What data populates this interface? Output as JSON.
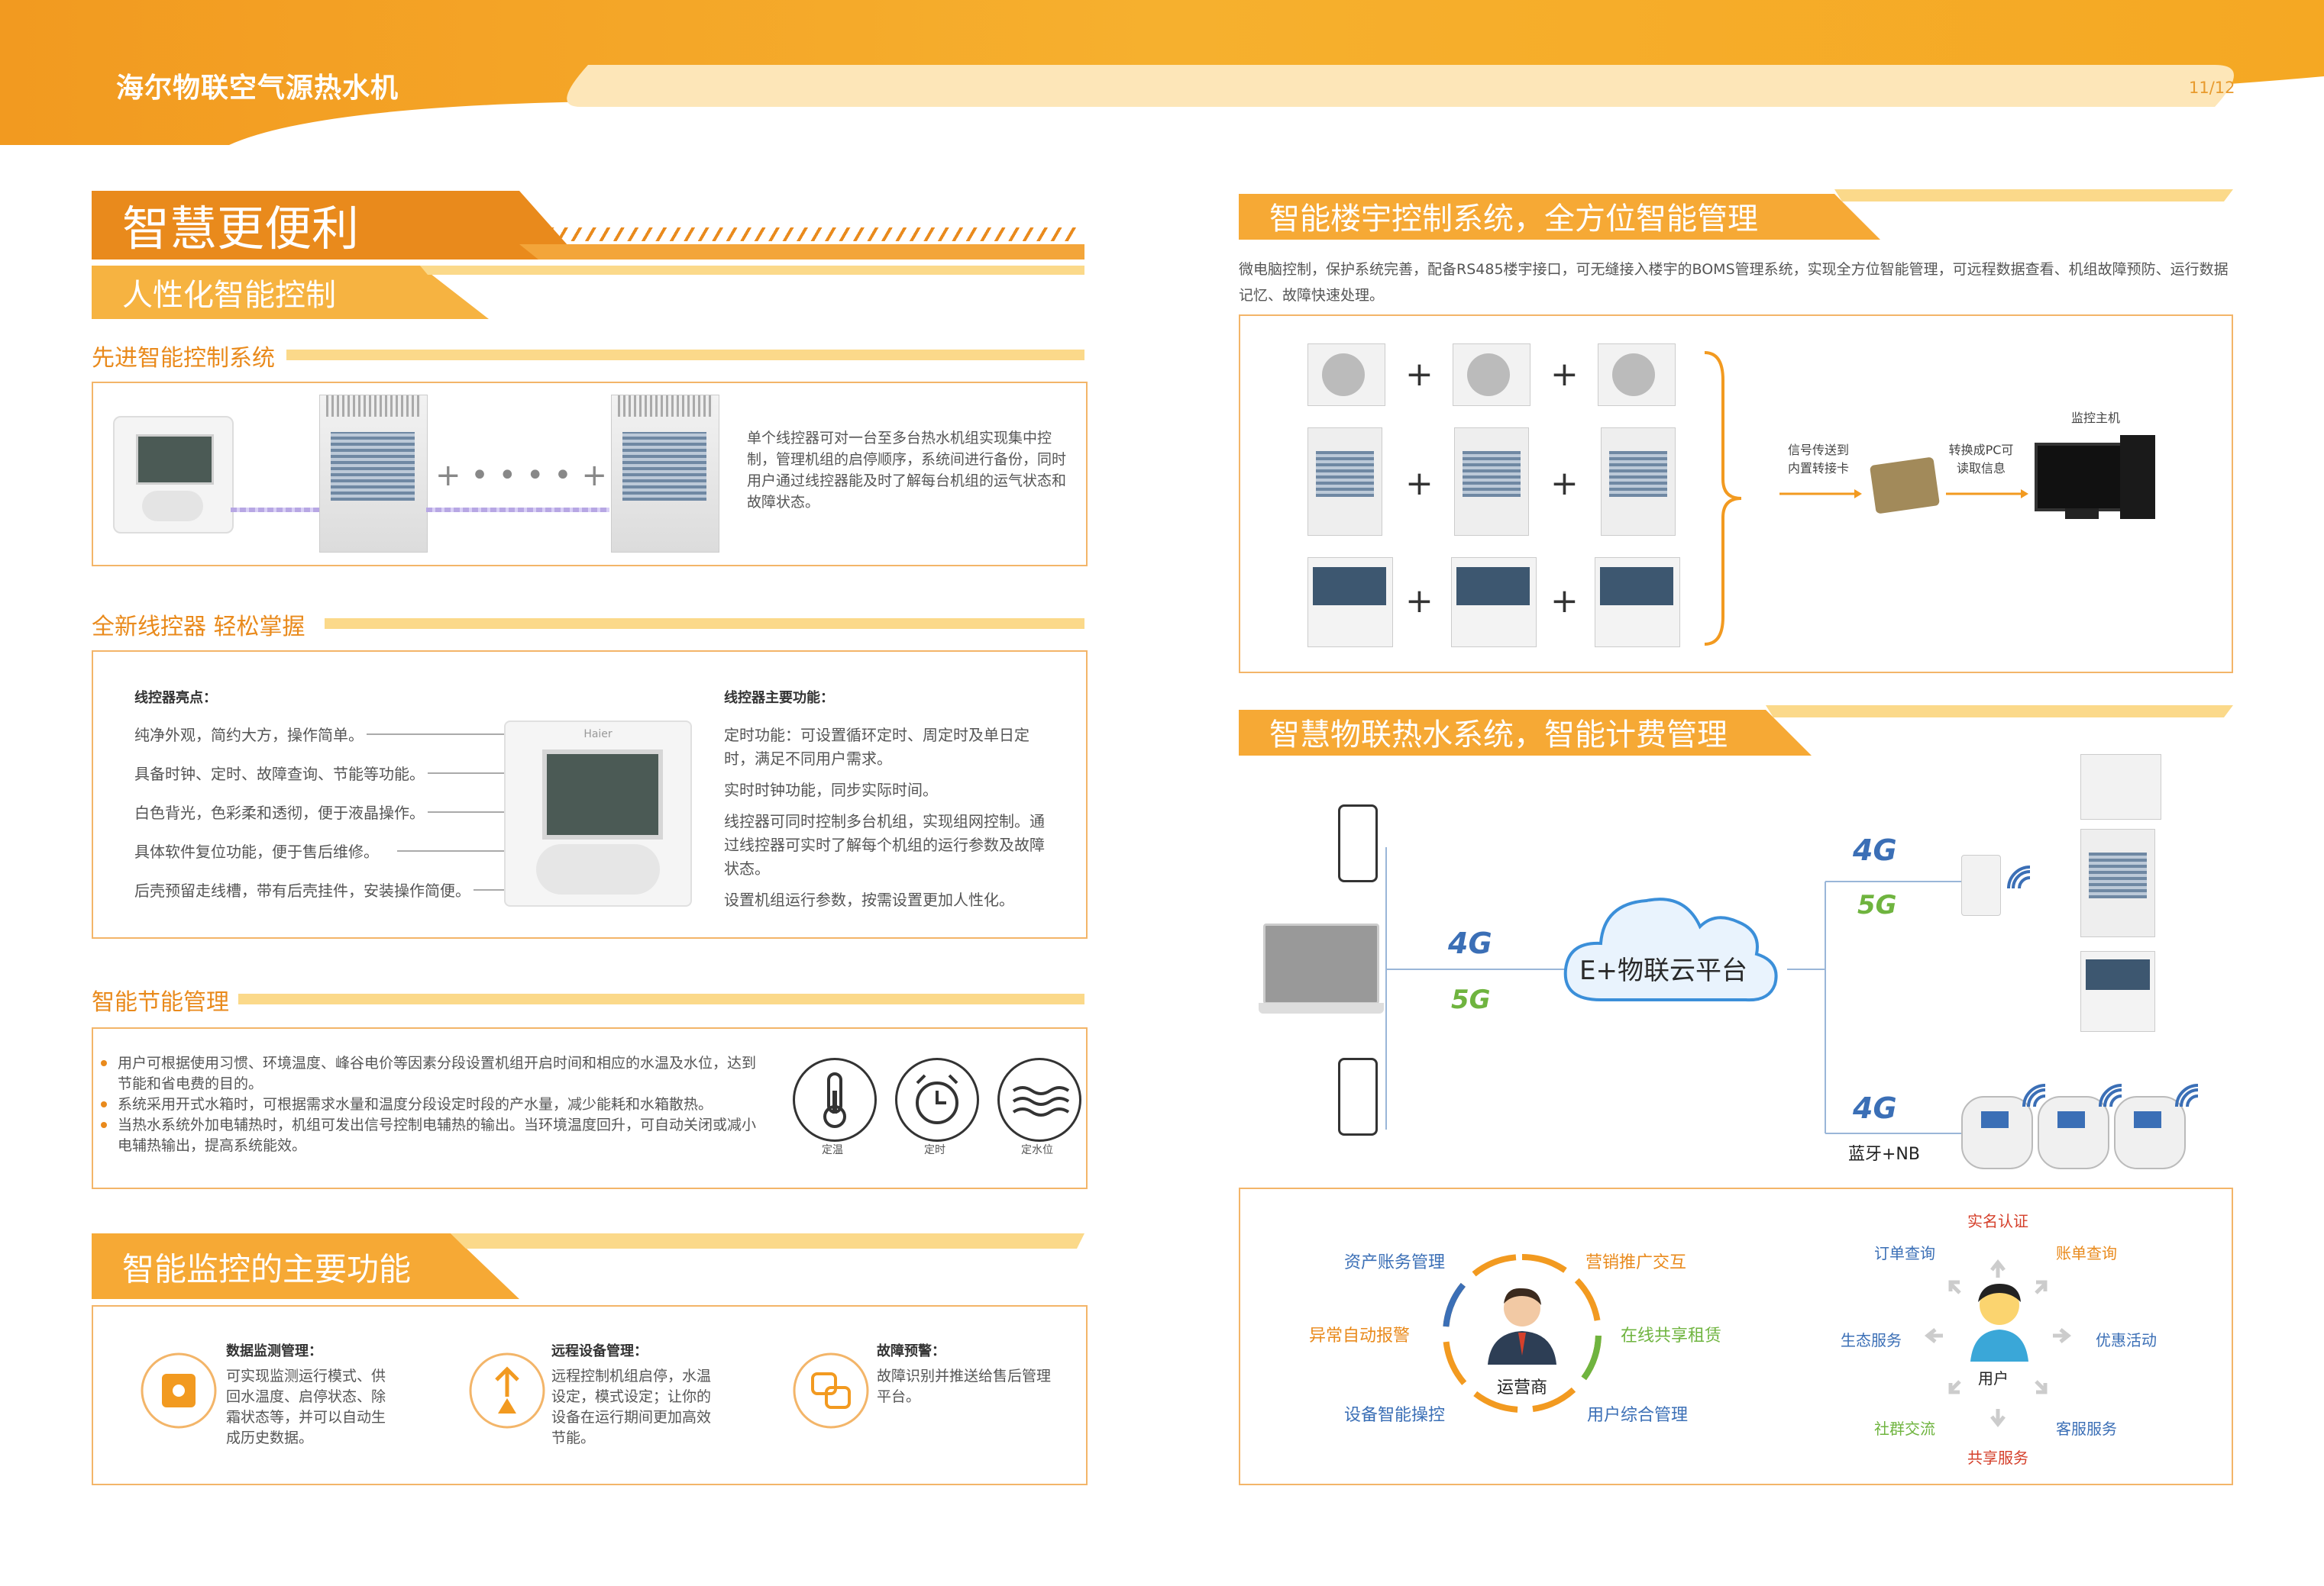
{
  "header": {
    "title": "海尔物联空气源热水机",
    "page": "11/12"
  },
  "left": {
    "banner1": "智慧更便利",
    "banner2": "人性化智能控制",
    "sec1": {
      "title": "先进智能控制系统",
      "desc": "单个线控器可对一台至多台热水机组实现集中控制，管理机组的启停顺序，系统间进行备份，同时用户通过线控器能及时了解每台机组的运气状态和故障状态。",
      "connector": "+ • • • • +"
    },
    "sec2": {
      "title": "全新线控器  轻松掌握",
      "highlights_title": "线控器亮点：",
      "highlights": [
        "纯净外观，简约大方，操作简单。",
        "具备时钟、定时、故障查询、节能等功能。",
        "白色背光，色彩柔和透彻，便于液晶操作。",
        "具体软件复位功能，便于售后维修。",
        "后壳预留走线槽，带有后壳挂件，安装操作简便。"
      ],
      "functions_title": "线控器主要功能：",
      "functions": [
        "定时功能：可设置循环定时、周定时及单日定时，满足不同用户需求。",
        "实时时钟功能，同步实际时间。",
        "线控器可同时控制多台机组，实现组网控制。通过线控器可实时了解每个机组的运行参数及故障状态。",
        "设置机组运行参数，按需设置更加人性化。"
      ],
      "brand": "Haier"
    },
    "sec3": {
      "title": "智能节能管理",
      "bullets": [
        "用户可根据使用习惯、环境温度、峰谷电价等因素分段设置机组开启时间和相应的水温及水位，达到节能和省电费的目的。",
        "系统采用开式水箱时，可根据需求水量和温度分段设定时段的产水量，减少能耗和水箱散热。",
        "当热水系统外加电辅热时，机组可发出信号控制电辅热的输出。当环境温度回升，可自动关闭或减小电辅热输出，提高系统能效。"
      ],
      "icons": [
        {
          "name": "thermometer-icon",
          "label": "定温"
        },
        {
          "name": "alarm-clock-icon",
          "label": "定时"
        },
        {
          "name": "water-level-icon",
          "label": "定水位"
        }
      ]
    },
    "sec4": {
      "banner": "智能监控的主要功能",
      "items": [
        {
          "title": "数据监测管理：",
          "text": "可实现监测运行模式、供回水温度、启停状态、除霜状态等，并可以自动生成历史数据。"
        },
        {
          "title": "远程设备管理：",
          "text": "远程控制机组启停，水温设定，模式设定；让你的设备在运行期间更加高效节能。"
        },
        {
          "title": "故障预警：",
          "text": "故障识别并推送给售后管理平台。"
        }
      ]
    }
  },
  "right": {
    "sec1": {
      "banner": "智能楼宇控制系统，全方位智能管理",
      "desc": "微电脑控制，保护系统完善，配备RS485楼宇接口，可无缝接入楼宇的BOMS管理系统，实现全方位智能管理，可远程数据查看、机组故障预防、运行数据记忆、故障快速处理。",
      "plus": "+",
      "signal_label": "信号传送到内置转接卡",
      "convert_label": "转换成PC可读取信息",
      "monitor_label": "监控主机"
    },
    "sec2": {
      "banner": "智慧物联热水系统，智能计费管理",
      "cloud": "E+物联云平台",
      "net_4g": "4G",
      "net_5g": "5G",
      "bt_nb": "蓝牙+NB"
    },
    "sec3": {
      "operator": "运营商",
      "operator_items": [
        "资产账务管理",
        "营销推广交互",
        "异常自动报警",
        "在线共享租赁",
        "设备智能操控",
        "用户综合管理"
      ],
      "user": "用户",
      "user_items": [
        "实名认证",
        "订单查询",
        "账单查询",
        "生态服务",
        "优惠活动",
        "社群交流",
        "客服服务",
        "共享服务"
      ]
    }
  },
  "colors": {
    "orange": "#e98a1c",
    "light_orange": "#fbd98a",
    "blue": "#3b6fb6",
    "green": "#6fb43f",
    "red": "#d5402b"
  }
}
